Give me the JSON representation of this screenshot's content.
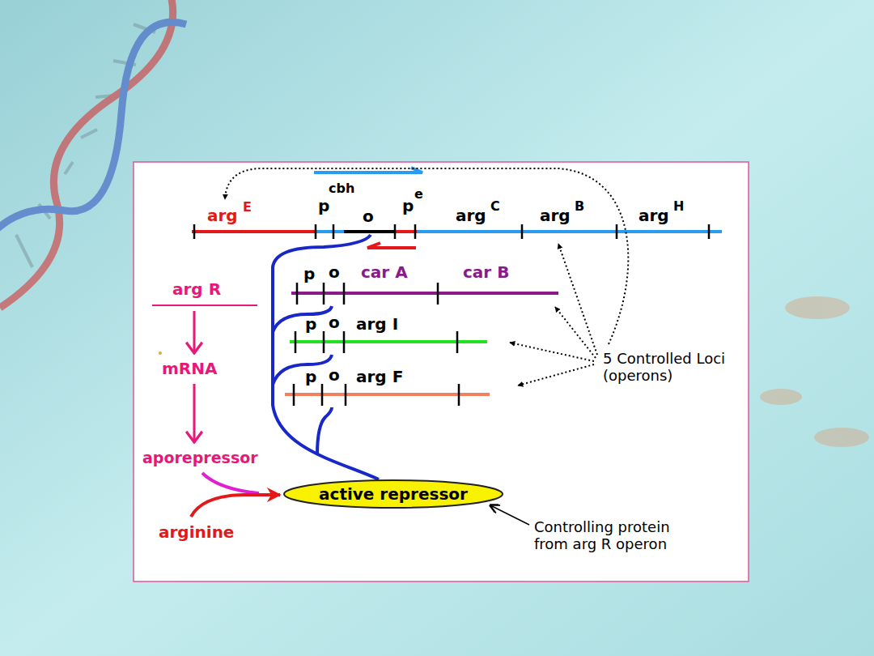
{
  "diagram": {
    "nodes": [
      {
        "text": [
          "active repressor"
        ]
      }
    ],
    "labels": [
      "arg",
      "E",
      "p",
      "cbh",
      "o",
      "p",
      "e",
      "arg",
      "C",
      "arg",
      "B",
      "arg",
      "H",
      "p",
      "o",
      "car A",
      "car B",
      "arg R",
      "p",
      "o",
      "arg I",
      "mRNA",
      "p",
      "o",
      "arg F",
      "5 Controlled Loci (operons)",
      "aporepressor",
      "arginine",
      "Controlling protein from arg R operon"
    ]
  }
}
